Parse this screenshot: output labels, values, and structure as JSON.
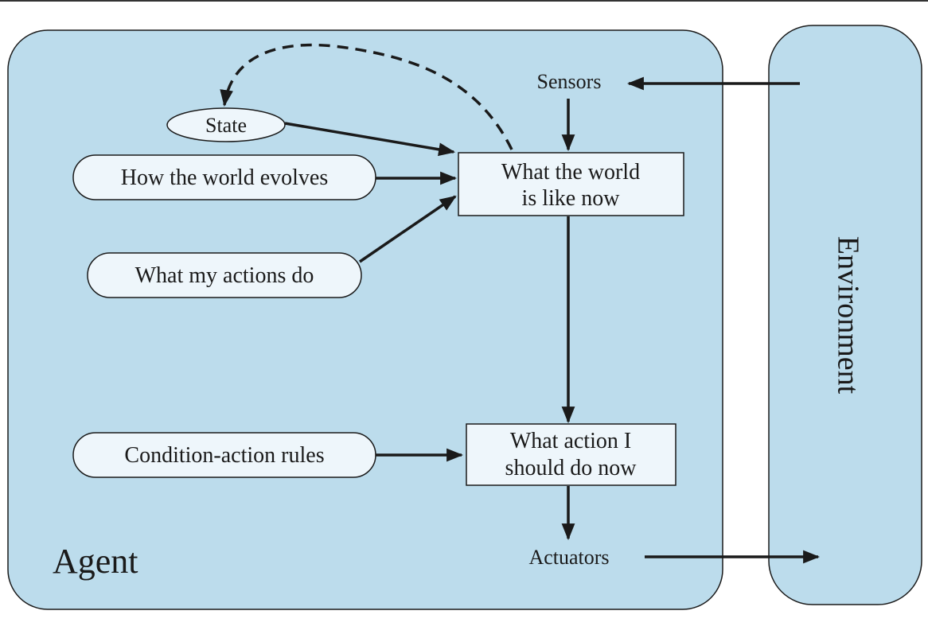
{
  "agent": {
    "label": "Agent"
  },
  "environment": {
    "label": "Environment"
  },
  "sensors": {
    "label": "Sensors"
  },
  "actuators": {
    "label": "Actuators"
  },
  "state": {
    "label": "State"
  },
  "world_evolves": {
    "label": "How the world evolves"
  },
  "my_actions": {
    "label": "What my actions do"
  },
  "condition_rules": {
    "label": "Condition-action rules"
  },
  "world_now": {
    "line1": "What the world",
    "line2": "is like now"
  },
  "action_now": {
    "line1": "What action I",
    "line2": "should do now"
  },
  "colors": {
    "region_fill": "#bcdcec",
    "box_fill": "#eef6fb",
    "stroke": "#1a1a1a"
  }
}
